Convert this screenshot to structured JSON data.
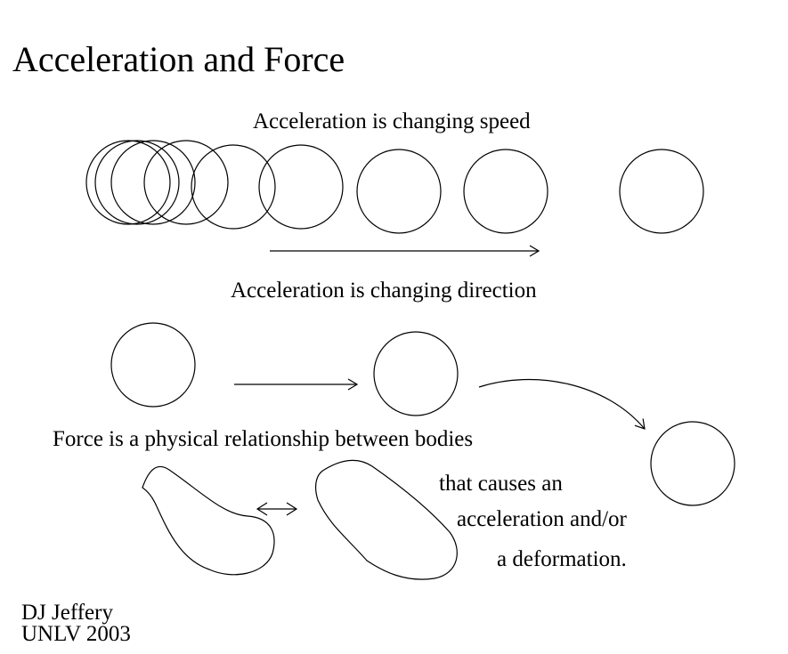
{
  "title": "Acceleration and Force",
  "captions": {
    "speed": "Acceleration is changing speed",
    "direction": "Acceleration is changing direction",
    "force_line1": "Force is a physical relationship between bodies",
    "force_line2": "that causes an",
    "force_line3": "acceleration and/or",
    "force_line4": "a deformation."
  },
  "credit": {
    "author": "DJ Jeffery",
    "affiliation_year": "UNLV 2003"
  }
}
